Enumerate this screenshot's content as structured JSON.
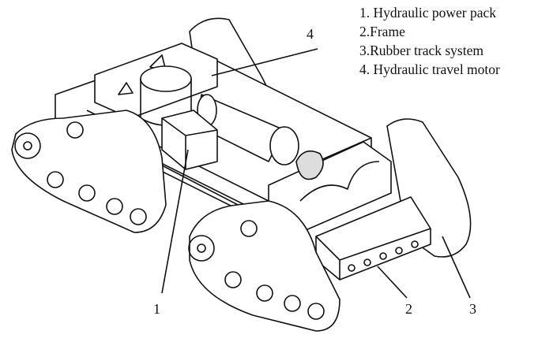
{
  "legend": [
    "1. Hydraulic power pack",
    "2.Frame",
    "3.Rubber track system",
    "4. Hydraulic travel motor"
  ],
  "callouts": {
    "c1": "1",
    "c2": "2",
    "c3": "3",
    "c4": "4"
  }
}
